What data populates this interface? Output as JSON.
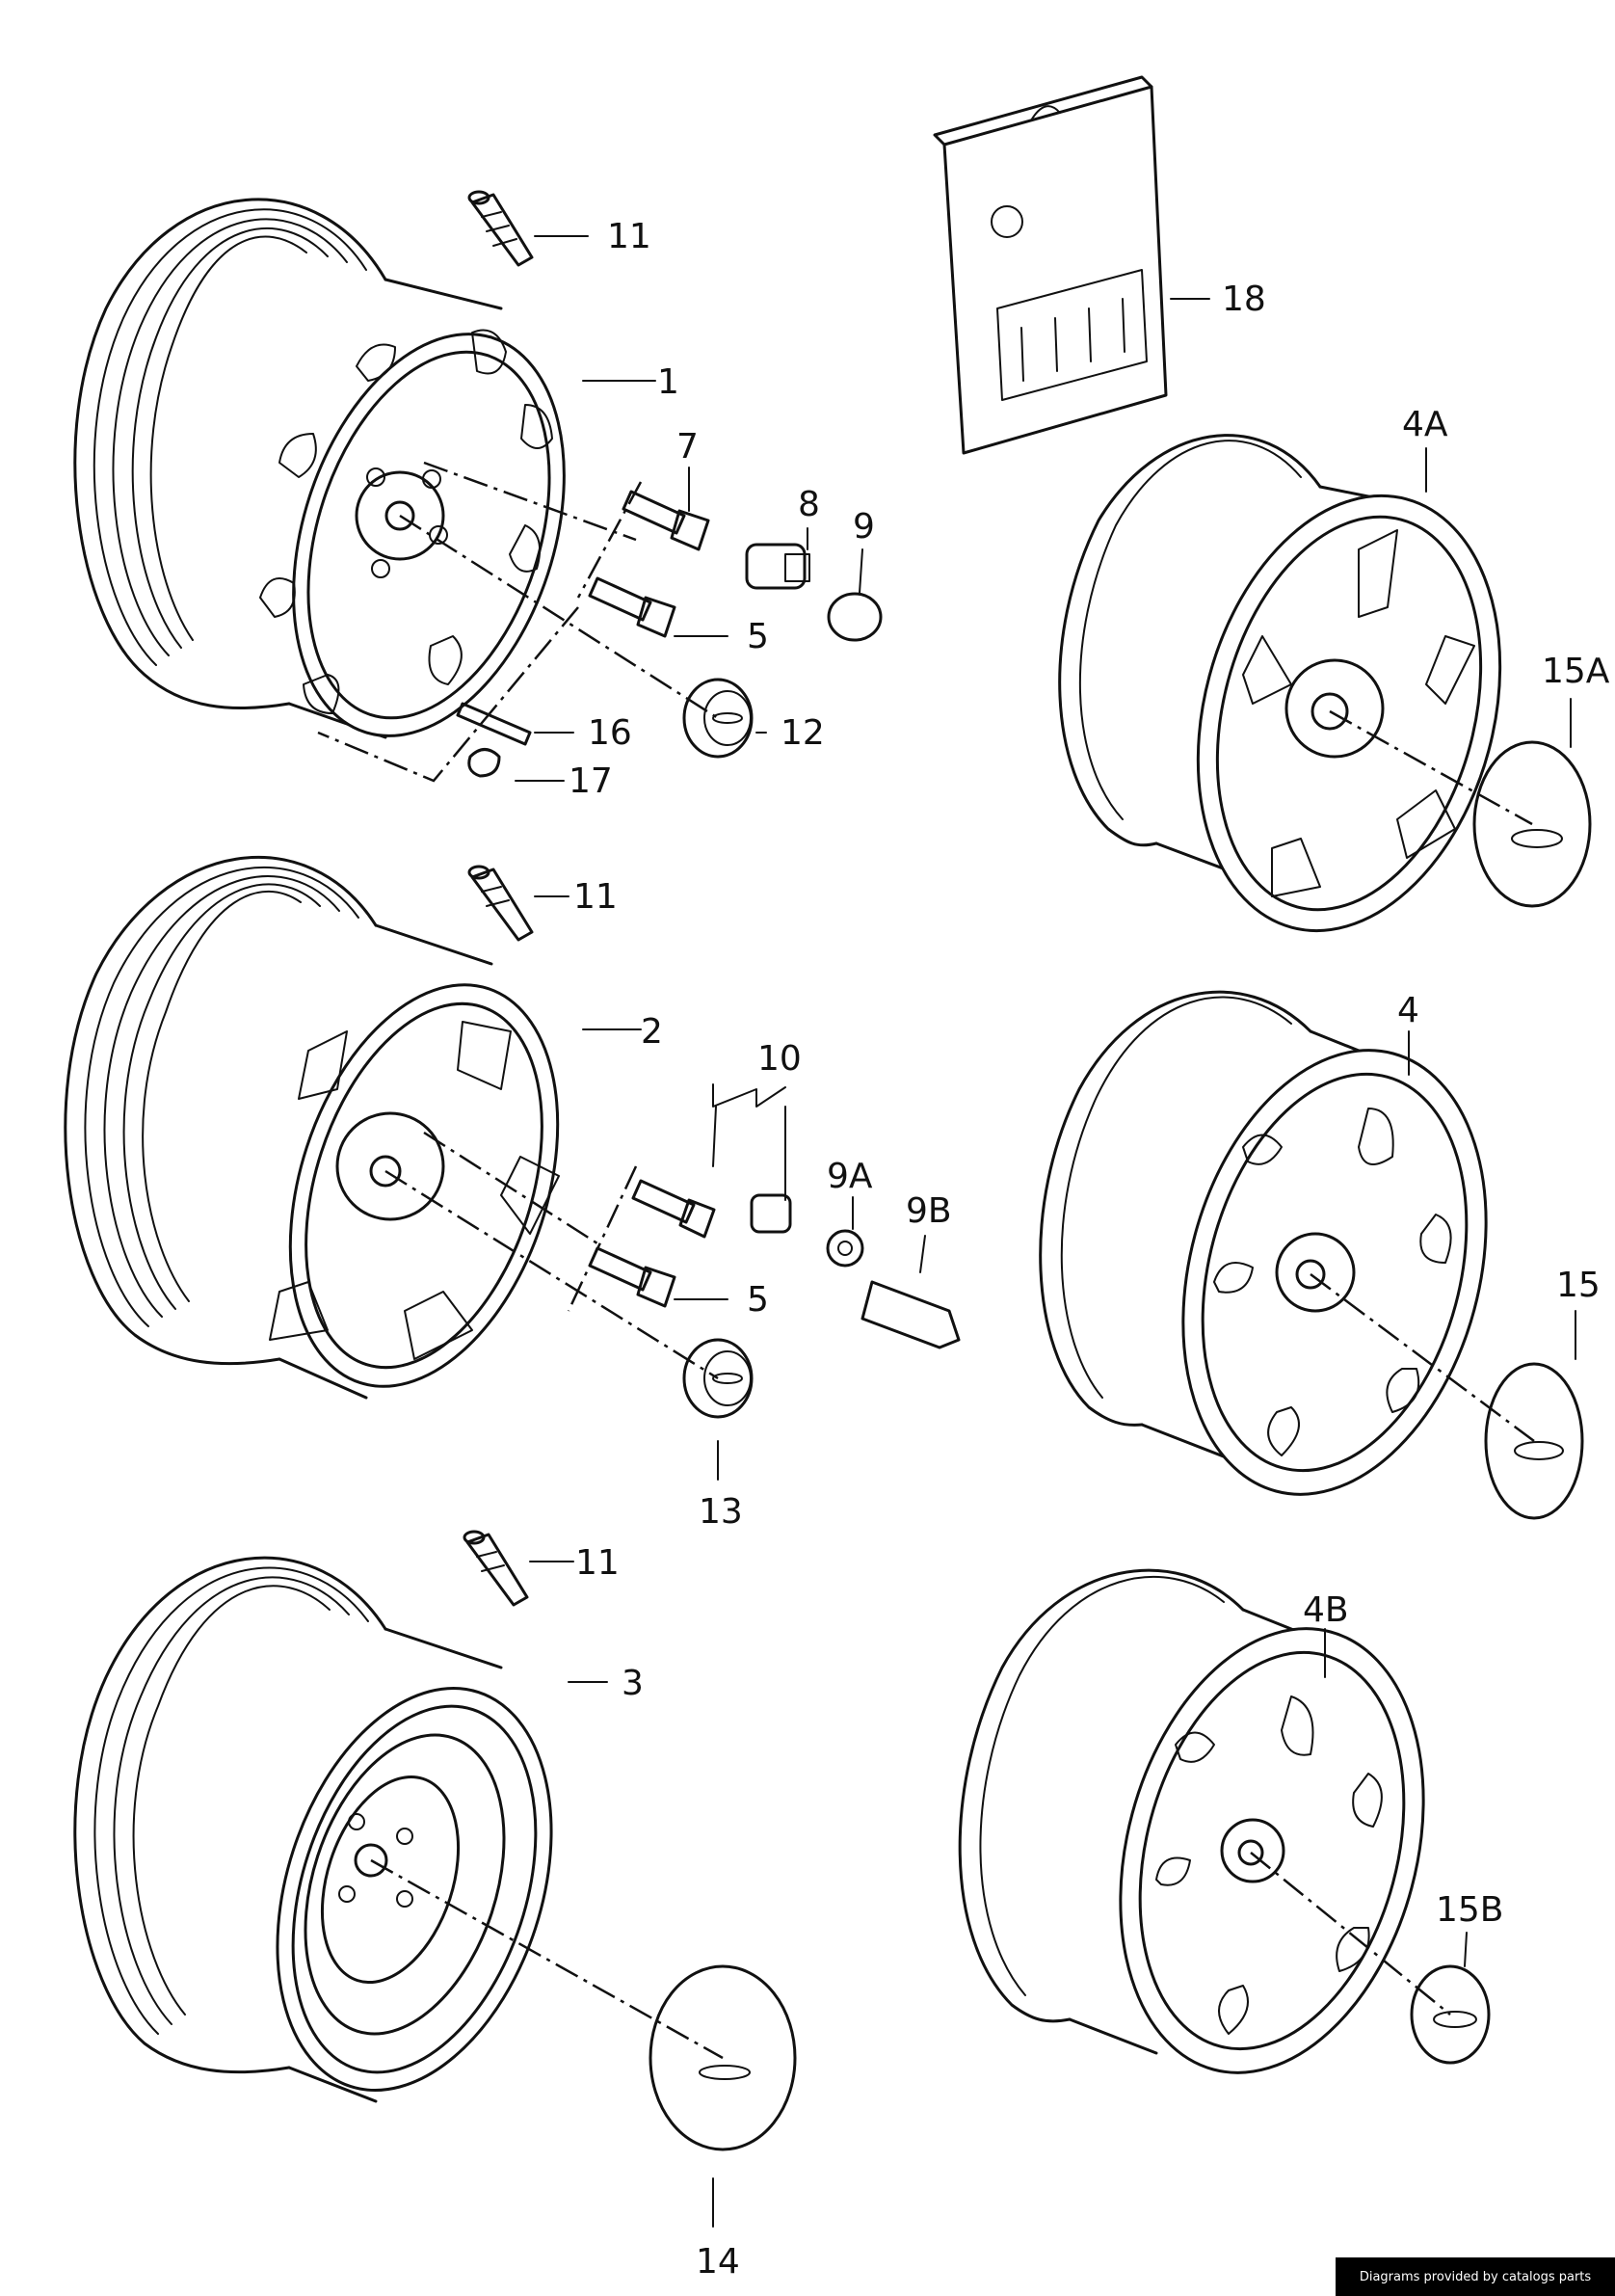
{
  "callouts": {
    "c1": "1",
    "c2": "2",
    "c3": "3",
    "c4": "4",
    "c4A": "4A",
    "c4B": "4B",
    "c5a": "5",
    "c5b": "5",
    "c7": "7",
    "c8": "8",
    "c9": "9",
    "c9A": "9A",
    "c9B": "9B",
    "c10": "10",
    "c11a": "11",
    "c11b": "11",
    "c11c": "11",
    "c12": "12",
    "c13": "13",
    "c14": "14",
    "c15": "15",
    "c15A": "15A",
    "c15B": "15B",
    "c16": "16",
    "c17": "17",
    "c18": "18"
  },
  "footer": {
    "credit": "Diagrams provided by catalogs parts"
  },
  "colors": {
    "line": "#111111",
    "background": "#ffffff",
    "footer_bg": "#000000",
    "footer_text": "#ffffff"
  }
}
